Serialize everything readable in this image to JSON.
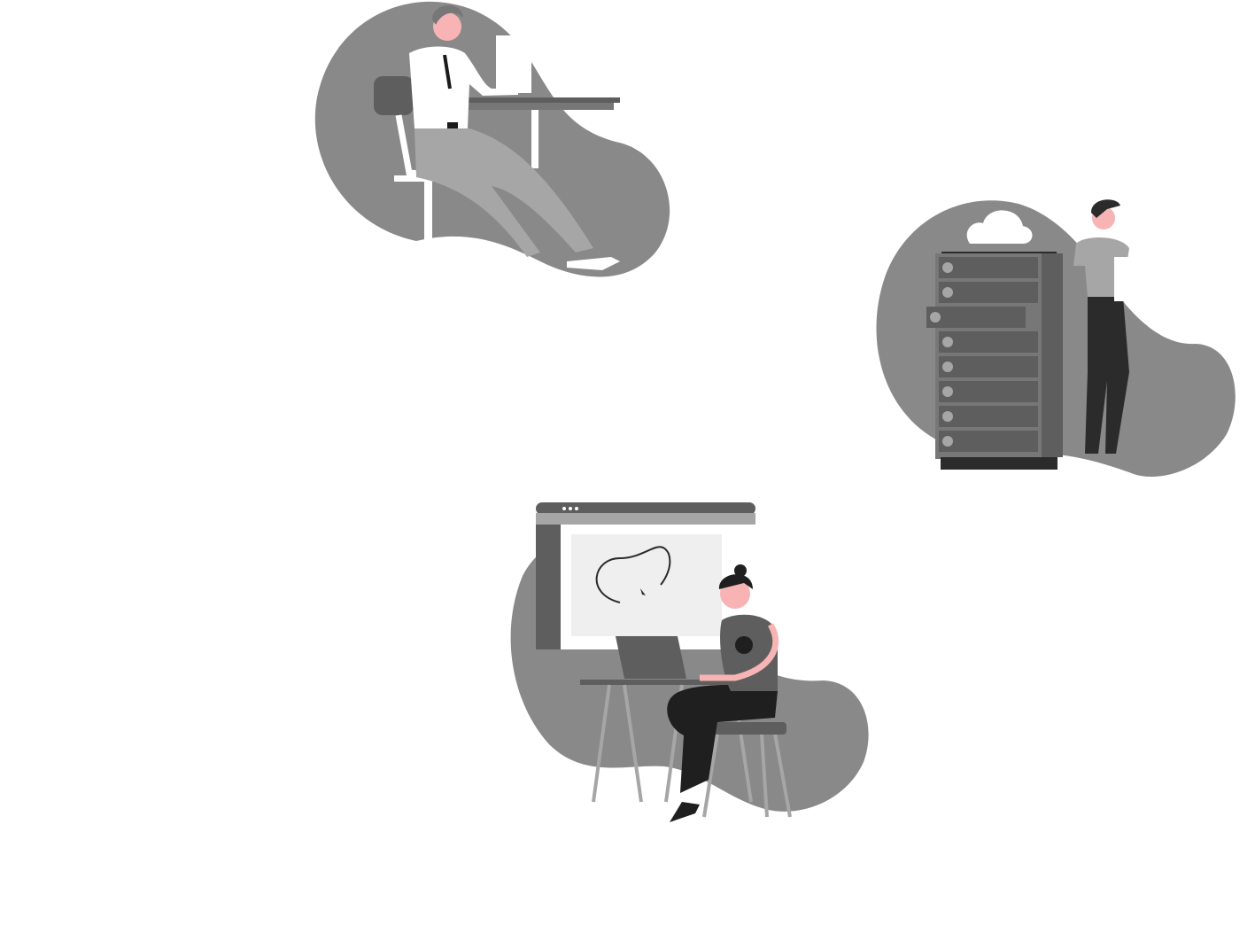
{
  "colors": {
    "background": "#ffffff",
    "blob": "#898989",
    "dark": "#2b2b2b",
    "mid": "#5e5e5e",
    "light": "#a6a6a6",
    "skin": "#f8b4b4",
    "screen": "#efefef"
  },
  "illustrations": [
    {
      "name": "man-at-desk"
    },
    {
      "name": "man-with-server-rack"
    },
    {
      "name": "woman-with-laptop-and-whiteboard"
    }
  ]
}
